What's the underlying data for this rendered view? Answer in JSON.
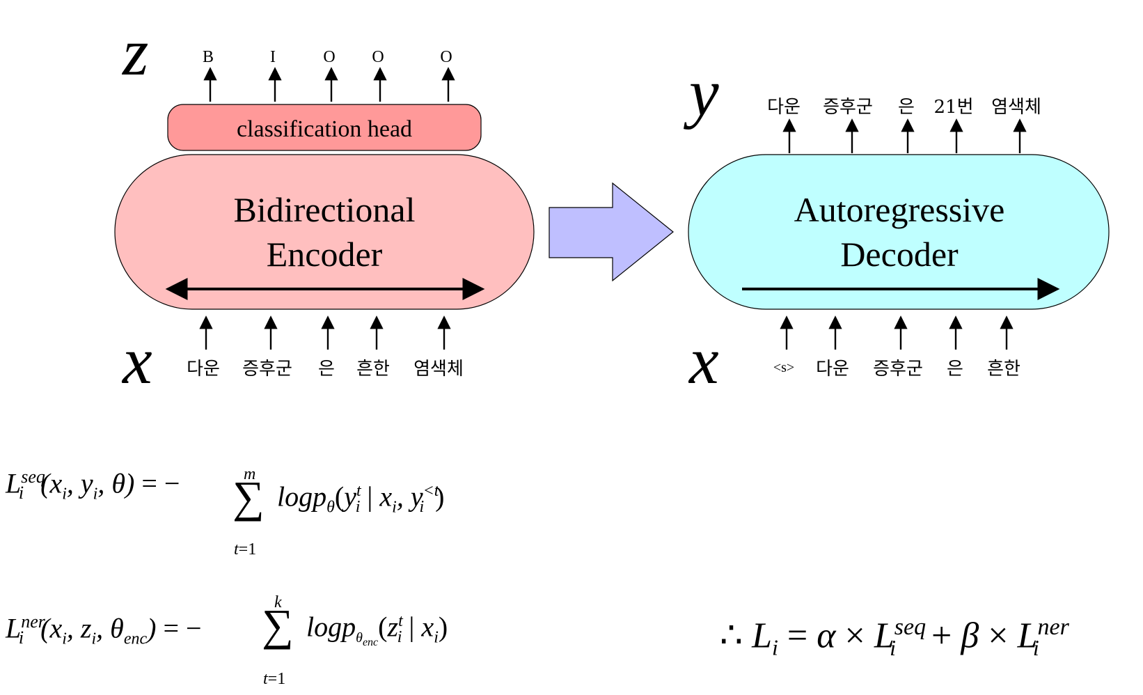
{
  "encoder": {
    "title_line1": "Bidirectional",
    "title_line2": "Encoder",
    "head_label": "classification head",
    "fill": "#ffbfbf",
    "head_fill": "#ff9999",
    "output_var": "z",
    "input_var": "x",
    "outputs": [
      "B",
      "I",
      "O",
      "O",
      "O"
    ],
    "inputs": [
      "다운",
      "증후군",
      "은",
      "흔한",
      "염색체"
    ]
  },
  "decoder": {
    "title_line1": "Autoregressive",
    "title_line2": "Decoder",
    "fill": "#bfffff",
    "output_var": "y",
    "input_var": "x",
    "outputs": [
      "다운",
      "증후군",
      "은",
      "21번",
      "염색체"
    ],
    "inputs": [
      "<s>",
      "다운",
      "증후군",
      "은",
      "흔한"
    ]
  },
  "transition_arrow_color": "#bfbfff",
  "equations": {
    "seq": {
      "L": "L",
      "sup": "seq",
      "sub": "i",
      "args": "(x",
      "sum_top": "m",
      "sum_bottom": "t=1",
      "sigma": "∑",
      "rhs": "logp"
    },
    "ner": {
      "L": "L",
      "sup": "ner",
      "sub": "i",
      "sum_top": "k",
      "sum_bottom": "t=1",
      "sigma": "∑",
      "rhs": "logp"
    },
    "total": {
      "therefore": "∴",
      "alpha": "α",
      "beta": "β",
      "times": "×"
    }
  }
}
